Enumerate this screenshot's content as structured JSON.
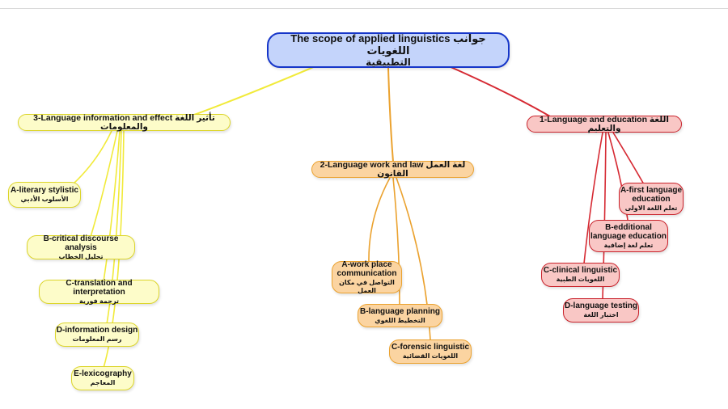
{
  "root": {
    "title": "The scope of applied linguistics جوانب اللغويات",
    "subtitle": "التطبيقية"
  },
  "branches": {
    "information": {
      "label": "3-Language information and effect تأثير اللغة والمعلومات",
      "color": "#f1ea3a",
      "children": {
        "a": {
          "en": "A-literary stylistic",
          "ar": "الأسلوب الأدبي"
        },
        "b": {
          "en": "B-critical discourse analysis",
          "ar": "تحليل الخطاب"
        },
        "c": {
          "en": "C-translation  and interpretation",
          "ar": "ترجمة فورية"
        },
        "d": {
          "en": "D-information design",
          "ar": "رسم المعلومات"
        },
        "e": {
          "en": "E-lexicography",
          "ar": "المعاجم"
        }
      }
    },
    "work": {
      "label": "2-Language work and law لغة العمل القانون",
      "color": "#eba22f",
      "children": {
        "a": {
          "en1": "A-work place",
          "en2": "communication",
          "ar": "التواصل في مكان العمل"
        },
        "b": {
          "en": "B-language  planning",
          "ar": "التخطيط اللغوي"
        },
        "c": {
          "en": "C-forensic linguistic",
          "ar": "اللغويات القضائية"
        }
      }
    },
    "education": {
      "label": "1-Language and education اللغة والتعليم",
      "color": "#d62a33",
      "children": {
        "a": {
          "en1": "A-first language",
          "en2": "education",
          "ar": "تعلم اللغة الاولى"
        },
        "b": {
          "en1": "B-edditional",
          "en2": "language education",
          "ar": "تعلم لغة إضافية"
        },
        "c": {
          "en": "C-clinical linguistic",
          "ar": "اللغويات الطبية"
        },
        "d": {
          "en": "D-language testing",
          "ar": "اختبار اللغة"
        }
      }
    }
  }
}
